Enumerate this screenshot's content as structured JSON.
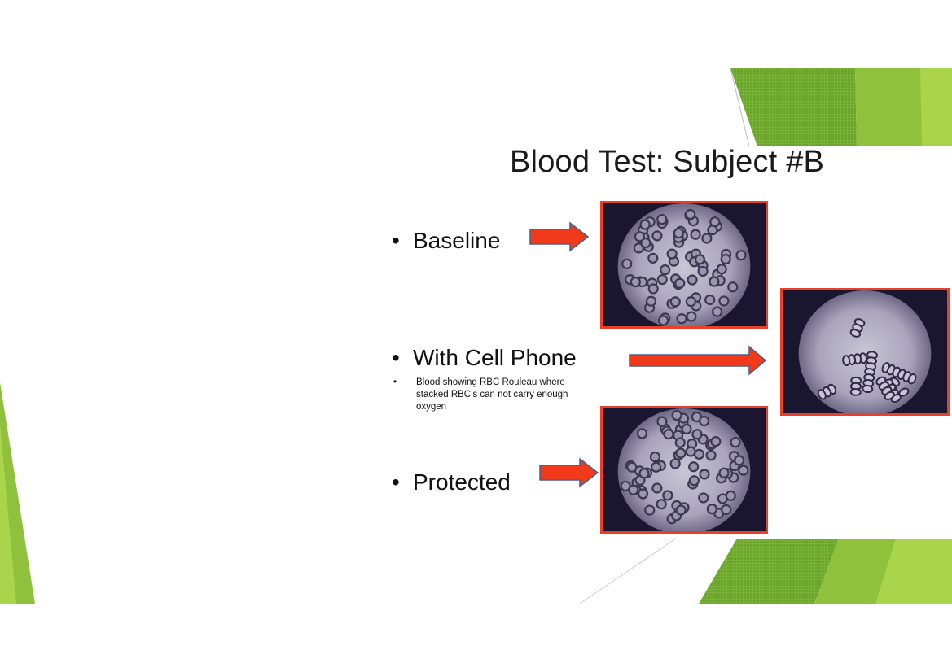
{
  "slide": {
    "title": "Blood Test: Subject #B",
    "bullets": [
      {
        "label": "Baseline"
      },
      {
        "label": "With Cell Phone"
      },
      {
        "label": "Protected"
      }
    ],
    "sub_bullet": {
      "text": "Blood showing RBC Rouleau where stacked RBC’s can not carry enough oxygen"
    },
    "bullet_symbol": "•",
    "colors": {
      "accent_green_dark": "#5e9b25",
      "accent_green_light": "#9acd3a",
      "arrow_red": "#f03a1a",
      "frame_red": "#e8402a"
    },
    "images": [
      {
        "name": "baseline-micrograph",
        "depicts": "separated red blood cells"
      },
      {
        "name": "cell-phone-micrograph",
        "depicts": "stacked red blood cells (rouleaux)"
      },
      {
        "name": "protected-micrograph",
        "depicts": "separated red blood cells"
      }
    ]
  }
}
